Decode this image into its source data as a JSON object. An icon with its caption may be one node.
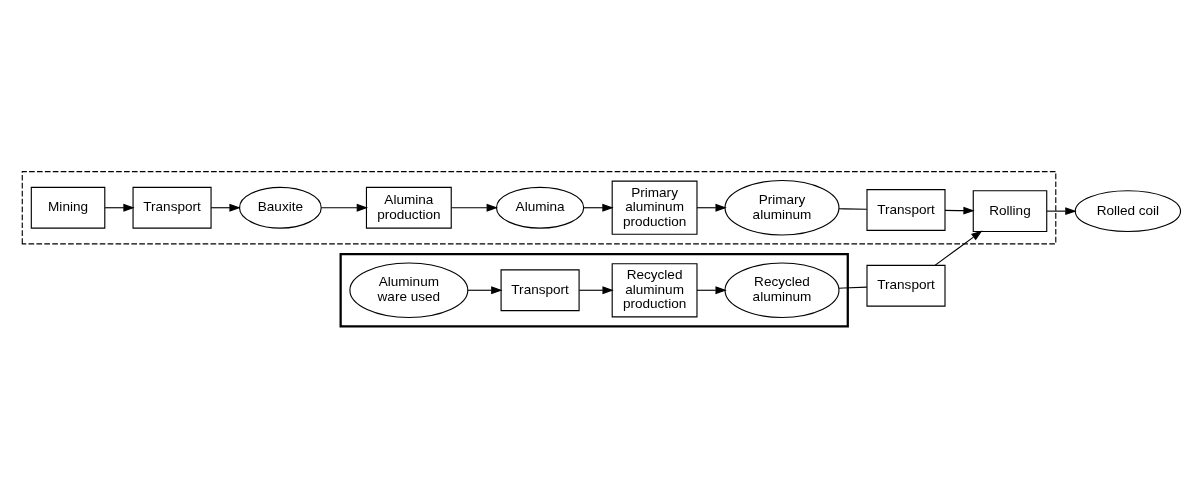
{
  "diagram": {
    "nodes": [
      {
        "text": [],
        "shape": "box"
      },
      {
        "text": [
          "Mining"
        ],
        "in": 0
      },
      {
        "text": [
          "Transport"
        ],
        "in": 0
      },
      {
        "text": [
          "Bauxite"
        ],
        "in": 0
      },
      {
        "text": [
          "Alumina production"
        ],
        "in": 0
      },
      {
        "text": [
          "Alumina"
        ],
        "in": 0
      },
      {
        "text": [
          "Primary aluminum production"
        ],
        "in": 0
      },
      {
        "text": [
          "Primary aluminum"
        ],
        "in": 0
      },
      {
        "text": [
          "Transport"
        ],
        "in": 0
      },
      {
        "text": [
          "Rolling"
        ],
        "in": 0
      },
      {
        "text": [
          "Rolled coil"
        ]
      },
      {
        "text": [],
        "shape": "box"
      },
      {
        "text": [
          "Aluminum ware used"
        ],
        "in": 11
      },
      {
        "text": [
          "Transport"
        ],
        "in": 11
      },
      {
        "text": [
          "Recycled aluminum production"
        ],
        "in": 11
      },
      {
        "text": [
          "Recycled aluminum"
        ],
        "in": 11
      },
      {
        "text": [
          "Transport"
        ]
      }
    ],
    "edges": [
      {
        "from": 1,
        "to": 2,
        "arrow": "to"
      },
      {
        "from": 2,
        "to": 3,
        "arrow": "to"
      },
      {
        "from": 3,
        "to": 4,
        "arrow": "to"
      },
      {
        "from": 4,
        "to": 5,
        "arrow": "to"
      },
      {
        "from": 5,
        "to": 6,
        "arrow": "to"
      },
      {
        "from": 6,
        "to": 7,
        "arrow": "to"
      },
      {
        "from": 7,
        "to": 8,
        "arrow": "none"
      },
      {
        "from": 8,
        "to": 9,
        "arrow": "to"
      },
      {
        "from": 9,
        "to": 10,
        "arrow": "to"
      },
      {
        "from": 12,
        "to": 13,
        "arrow": "to"
      },
      {
        "from": 13,
        "to": 14,
        "arrow": "to"
      },
      {
        "from": 14,
        "to": 15,
        "arrow": "to"
      },
      {
        "from": 15,
        "to": 16,
        "arrow": "none"
      },
      {
        "from": 16,
        "to": 9,
        "arrow": "to"
      }
    ]
  }
}
